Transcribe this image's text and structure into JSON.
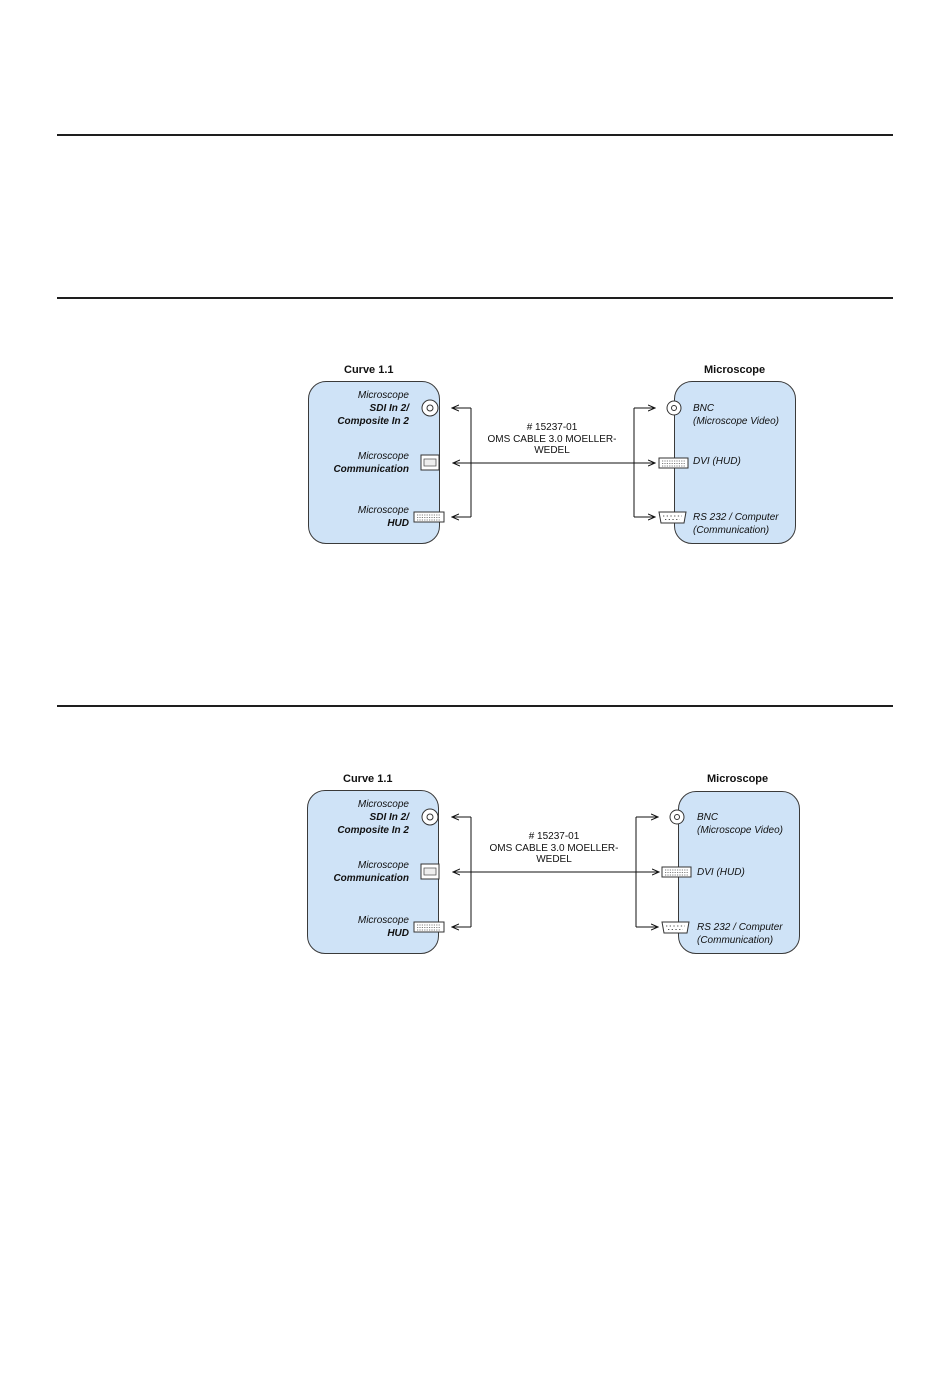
{
  "diagrams": [
    {
      "left_device": {
        "title": "Curve 1.1",
        "ports": [
          {
            "line1": "Microscope",
            "line2": "SDI In 2/",
            "line3": "Composite In 2",
            "icon": "bnc-connector-icon"
          },
          {
            "line1": "Microscope",
            "line2": "Communication",
            "icon": "usb-b-connector-icon"
          },
          {
            "line1": "Microscope",
            "line2": "HUD",
            "icon": "dvi-connector-icon"
          }
        ]
      },
      "right_device": {
        "title": "Microscope",
        "ports": [
          {
            "line1": "BNC",
            "line2": "(Microscope Video)",
            "icon": "bnc-connector-icon"
          },
          {
            "line1": "DVI (HUD)",
            "icon": "dvi-connector-icon"
          },
          {
            "line1": "RS 232 / Computer",
            "line2": "(Communication)",
            "icon": "rs232-connector-icon"
          }
        ]
      },
      "cable": {
        "line1": "# 15237-01",
        "line2": "OMS CABLE 3.0 MOELLER-",
        "line3": "WEDEL"
      }
    },
    {
      "left_device": {
        "title": "Curve 1.1",
        "ports": [
          {
            "line1": "Microscope",
            "line2": "SDI In 2/",
            "line3": "Composite In 2",
            "icon": "bnc-connector-icon"
          },
          {
            "line1": "Microscope",
            "line2": "Communication",
            "icon": "usb-b-connector-icon"
          },
          {
            "line1": "Microscope",
            "line2": "HUD",
            "icon": "dvi-connector-icon"
          }
        ]
      },
      "right_device": {
        "title": "Microscope",
        "ports": [
          {
            "line1": "BNC",
            "line2": "(Microscope Video)",
            "icon": "bnc-connector-icon"
          },
          {
            "line1": "DVI (HUD)",
            "icon": "dvi-connector-icon"
          },
          {
            "line1": "RS 232 / Computer",
            "line2": "(Communication)",
            "icon": "rs232-connector-icon"
          }
        ]
      },
      "cable": {
        "line1": "# 15237-01",
        "line2": "OMS CABLE 3.0 MOELLER-",
        "line3": "WEDEL"
      }
    }
  ]
}
